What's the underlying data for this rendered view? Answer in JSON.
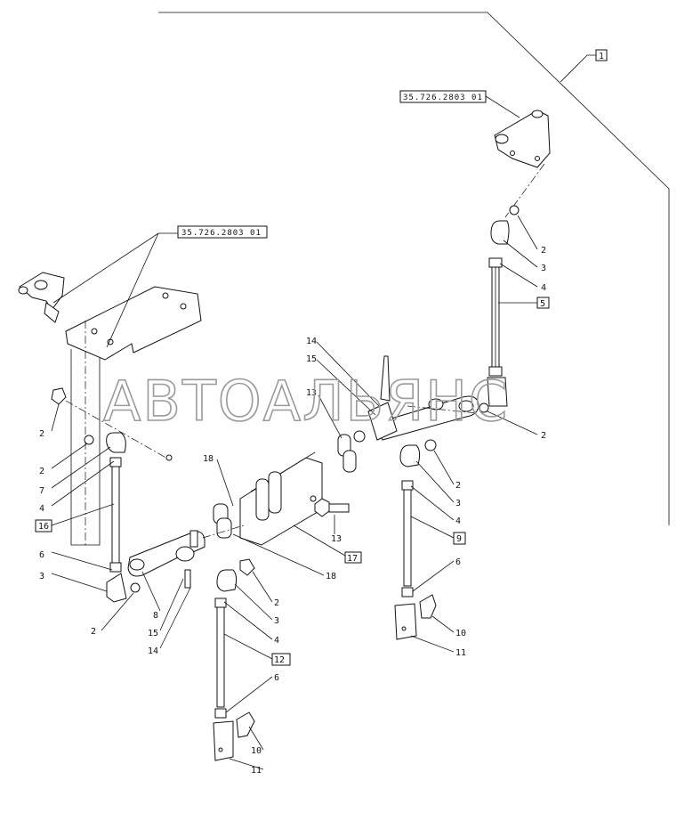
{
  "reference_labels": [
    "35.726.2803 01",
    "35.726.2803 01"
  ],
  "boxed_labels": [
    "1",
    "5",
    "9",
    "12",
    "16",
    "17"
  ],
  "callouts": [
    "2",
    "3",
    "4",
    "2",
    "2",
    "2",
    "7",
    "4",
    "6",
    "3",
    "2",
    "8",
    "15",
    "14",
    "18",
    "18",
    "13",
    "14",
    "15",
    "13",
    "2",
    "3",
    "4",
    "6",
    "10",
    "11",
    "2",
    "3",
    "4",
    "6",
    "10",
    "11"
  ],
  "watermark": "АВТОАЛЬЯНС"
}
